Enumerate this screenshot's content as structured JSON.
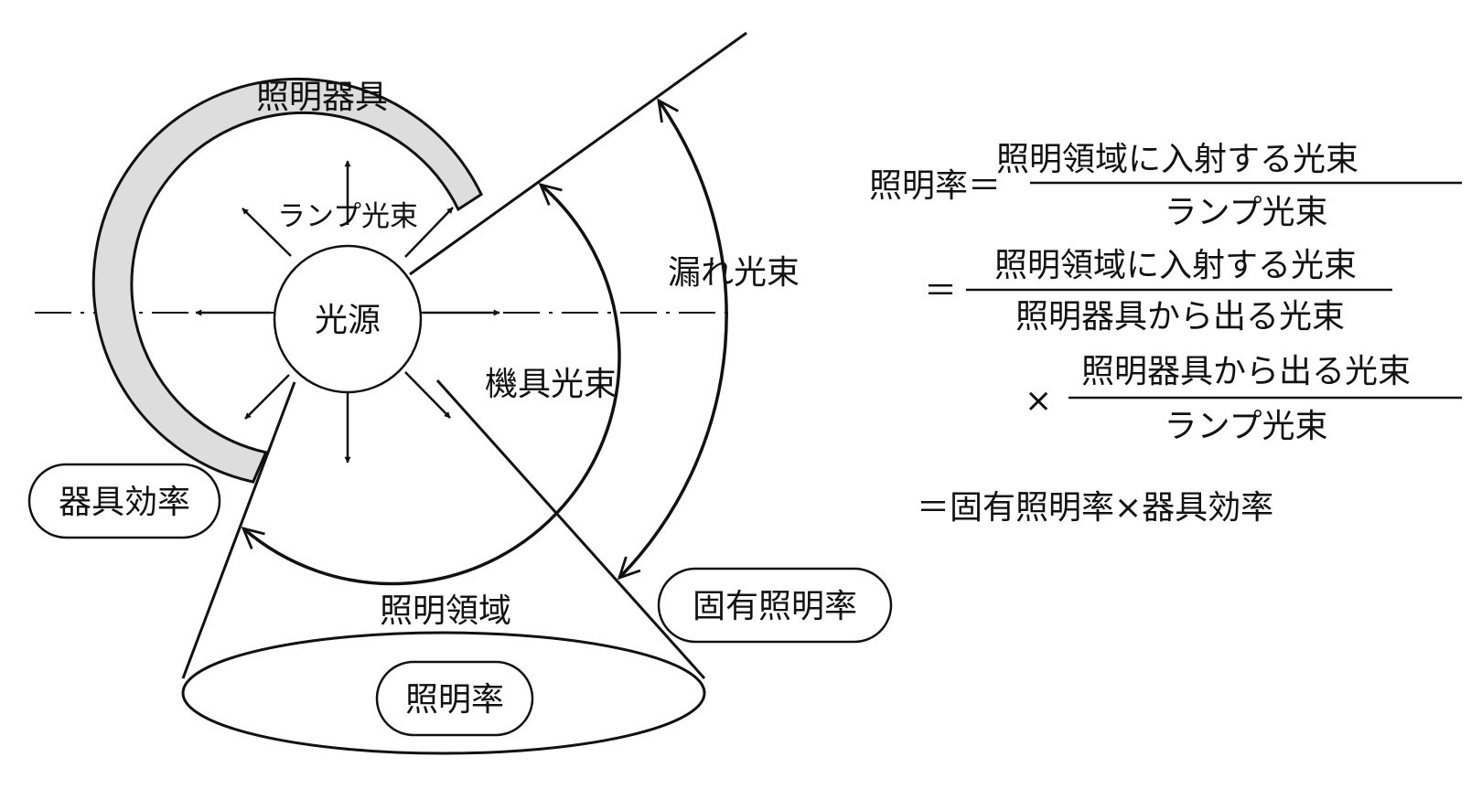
{
  "labels": {
    "luminaire": "照明器具",
    "lamp_flux": "ランプ光束",
    "light_source": "光源",
    "luminaire_flux": "機具光束",
    "leak_flux": "漏れ光束",
    "luminaire_efficiency": "器具効率",
    "illuminated_area": "照明領域",
    "inherent_utilization": "固有照明率",
    "utilization_factor": "照明率"
  },
  "formula": {
    "lhs": "照明率＝",
    "f1_num": "照明領域に入射する光束",
    "f1_den": "ランプ光束",
    "eq2": "＝",
    "f2_num": "照明領域に入射する光束",
    "f2_den": "照明器具から出る光束",
    "times": "×",
    "f3_num": "照明器具から出る光束",
    "f3_den": "ランプ光束",
    "result": "＝固有照明率×器具効率"
  },
  "colors": {
    "stroke": "#111111",
    "luminaire_fill": "#dddddd",
    "background": "#ffffff"
  }
}
